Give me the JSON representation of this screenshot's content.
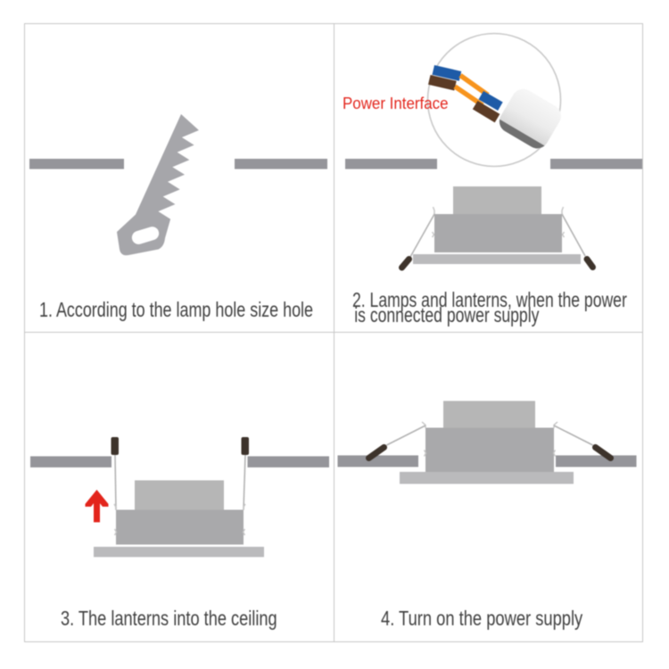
{
  "colors": {
    "bg": "#ffffff",
    "line": "#c6c6c6",
    "bar": "#95959a",
    "saw": "#a6a6aa",
    "box": "#b6b6b6",
    "body": "#a9a9ab",
    "trim": "#bababc",
    "rod": "#3d332b",
    "spring": "#b3b3b3",
    "hook": "#c6c6c6",
    "red": "#e3251c",
    "text": "#414141",
    "blue": "#1e5ba7",
    "orange": "#f7941d",
    "brown": "#5b3b25",
    "circle_border": "#c9c9c9",
    "sheath_dark": "#707070"
  },
  "panels": {
    "step1": {
      "caption": "1. According to the lamp hole size hole"
    },
    "step2": {
      "caption_line1": "2. Lamps and lanterns, when the power",
      "caption_line2": "is connected power supply",
      "wire_label": "Power Interface"
    },
    "step3": {
      "caption": "3. The lanterns into the ceiling"
    },
    "step4": {
      "caption": "4. Turn on the power supply"
    }
  }
}
